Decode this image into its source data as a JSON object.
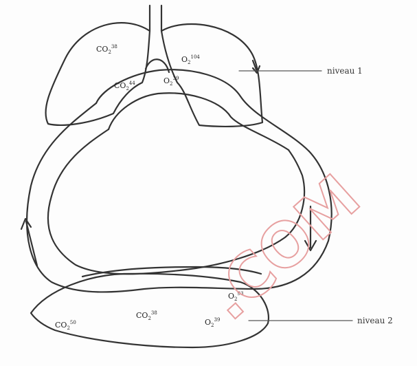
{
  "labels": {
    "lung_co2": {
      "base": "CO",
      "sub": "2",
      "sup": "38"
    },
    "lung_o2": {
      "base": "O",
      "sub": "2",
      "sup": "104"
    },
    "upper_vessel_co2": {
      "base": "CO",
      "sub": "2",
      "sup": "44"
    },
    "upper_vessel_o2": {
      "base": "O",
      "sub": "2",
      "sup": "39"
    },
    "tissue_co2_left": {
      "base": "CO",
      "sub": "2",
      "sup": "50"
    },
    "tissue_co2_middle": {
      "base": "CO",
      "sub": "2",
      "sup": "38"
    },
    "lower_vessel_o2_right": {
      "base": "O",
      "sub": "2",
      "sup": "93"
    },
    "tissue_o2_bottom": {
      "base": "O",
      "sub": "2",
      "sup": "39"
    }
  },
  "levels": {
    "level1": "niveau 1",
    "level2": "niveau 2"
  },
  "watermark": {
    "text": ".COM"
  },
  "colors": {
    "ink": "#333333",
    "watermark": "#e7a0a0"
  }
}
